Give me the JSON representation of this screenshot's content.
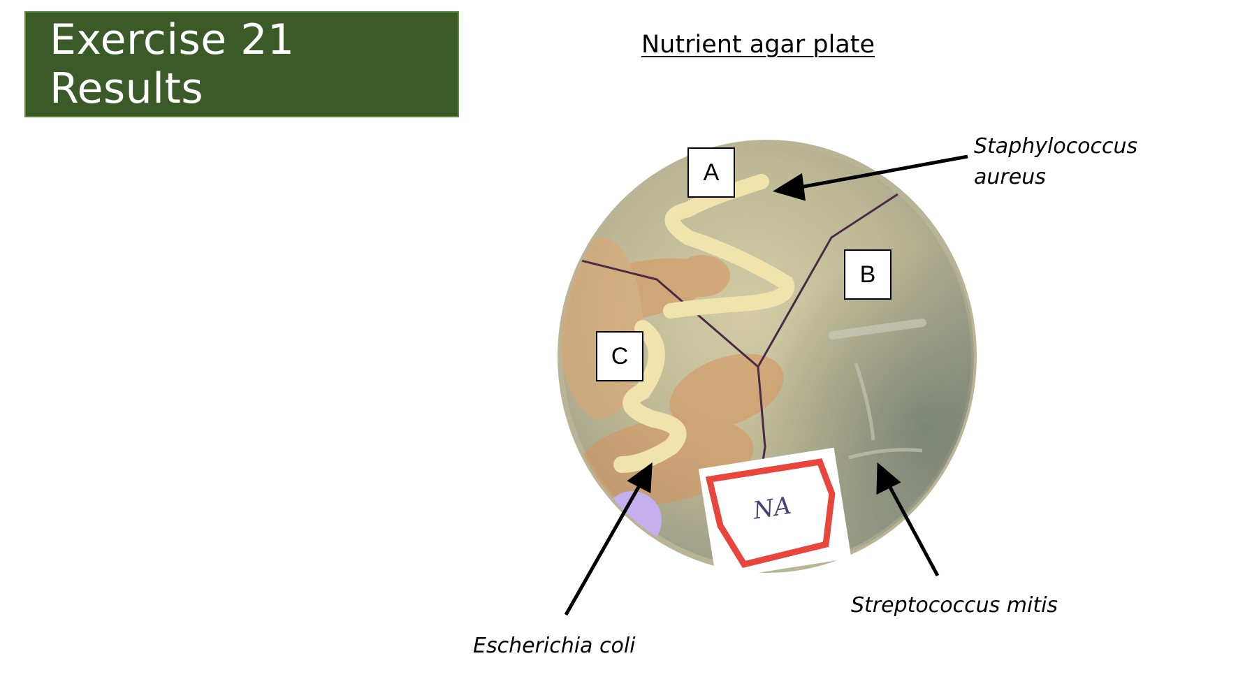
{
  "slide": {
    "title": "Exercise 21 Results",
    "subtitle": "Nutrient agar plate"
  },
  "plate": {
    "sector_labels": {
      "a": "A",
      "b": "B",
      "c": "C"
    },
    "handwritten_label": "NA"
  },
  "organisms": {
    "a": {
      "line1": "Staphylococcus",
      "line2": "aureus"
    },
    "b": {
      "name": "Streptococcus mitis"
    },
    "c": {
      "name": "Escherichia coli"
    }
  },
  "colors": {
    "title_bg": "#3a5a28",
    "title_border": "#5b8a3e",
    "agar": "#c9c29a",
    "growth": "#f3e7b0",
    "label_red": "#e8453c"
  }
}
